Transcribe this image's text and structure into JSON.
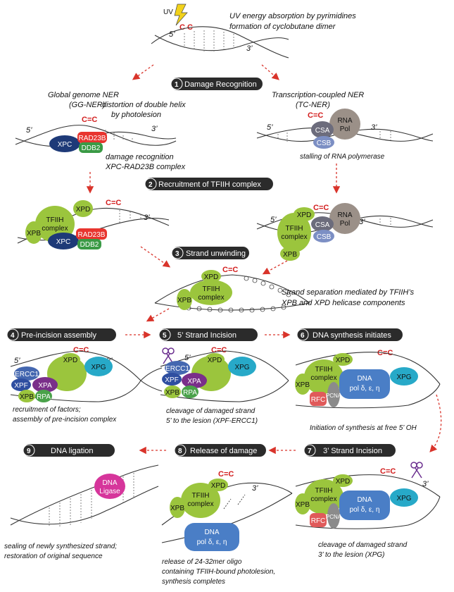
{
  "colors": {
    "step_pill": "#2b2b2b",
    "lesion": "#d21d1d",
    "arrow": "#d9342b",
    "tfiih_green": "#9bc53d",
    "xpc_navy": "#1e3a78",
    "rad23b_red": "#e8352f",
    "ddb2_green": "#3a9a45",
    "csa_gray": "#6c6c7c",
    "rnapol_gray": "#9b9088",
    "csb_blue": "#7c8fc4",
    "ercc1_blue": "#4467b0",
    "xpf_blue": "#2e4ea0",
    "xpa_purple": "#7a2f8a",
    "rpa_green": "#4aa24a",
    "xpg_teal": "#27a9c8",
    "dna_pol_blue": "#4a7ec6",
    "rfc_red": "#e05a5a",
    "pcna_gray": "#8b8b8b",
    "ligase_pink": "#d6359b",
    "uv_yellow": "#f2d21b"
  },
  "icons": [
    "lightning-bolt-icon",
    "scissors-icon"
  ],
  "top": {
    "uv": "UV",
    "cc": "C  C",
    "title_1": "UV energy absorption by pyrimidines",
    "title_2": "formation of cyclobutane dimer"
  },
  "steps": [
    {
      "n": "1",
      "label": "Damage Recognition"
    },
    {
      "n": "2",
      "label": "Recruitment of TFIIH complex"
    },
    {
      "n": "3",
      "label": "Strand unwinding"
    },
    {
      "n": "4",
      "label": "Pre-incision assembly"
    },
    {
      "n": "5",
      "label": "5’ Strand Incision"
    },
    {
      "n": "6",
      "label": "DNA synthesis initiates"
    },
    {
      "n": "7",
      "label": "3’ Strand Incision"
    },
    {
      "n": "8",
      "label": "Release of damage"
    },
    {
      "n": "9",
      "label": "DNA ligation"
    }
  ],
  "ggner": {
    "title_1": "Global genome NER",
    "title_2": "(GG-NER)",
    "distortion_1": "distortion of double helix",
    "distortion_2": "by photolesion",
    "recog_1": "damage recognition",
    "recog_2": "XPC-RAD23B complex"
  },
  "tcner": {
    "title_1": "Transcription-coupled NER",
    "title_2": "(TC-NER)",
    "stall": "stalling of RNA polymerase"
  },
  "strand_sep_1": "Strand separation mediated by TFIIH’s",
  "strand_sep_2": "XPB and XPD helicase components",
  "caption_4_1": "recruitment of factors;",
  "caption_4_2": "assembly of pre-incision complex",
  "caption_5_1": "cleavage of damaged strand",
  "caption_5_2": "5’ to the lesion (XPF-ERCC1)",
  "caption_6": "Initiation of synthesis at free 5’ OH",
  "caption_7_1": "cleavage of damaged strand",
  "caption_7_2": "3’ to the lesion (XPG)",
  "caption_8_1": "release of 24-32mer oligo",
  "caption_8_2": "containing TFIIH-bound photolesion,",
  "caption_8_3": "synthesis completes",
  "caption_9_1": "sealing of newly synthesized strand;",
  "caption_9_2": "restoration of original sequence",
  "labels": {
    "five_prime": "5’",
    "three_prime": "3’",
    "ceq": "C=C",
    "xpc": "XPC",
    "rad23b": "RAD23B",
    "ddb2": "DDB2",
    "csa": "CSA",
    "rna": "RNA",
    "pol": "Pol",
    "csb": "CSB",
    "tfiih": "TFIIH",
    "complex": "complex",
    "xpd": "XPD",
    "xpb": "XPB",
    "ercc1": "ERCC1",
    "xpf": "XPF",
    "xpa": "XPA",
    "rpa": "RPA",
    "xpg": "XPG",
    "dna": "DNA",
    "pol_delta": "pol δ, ε, η",
    "rfc": "RFC",
    "pcna": "PCNA",
    "ligase": "Ligase"
  }
}
